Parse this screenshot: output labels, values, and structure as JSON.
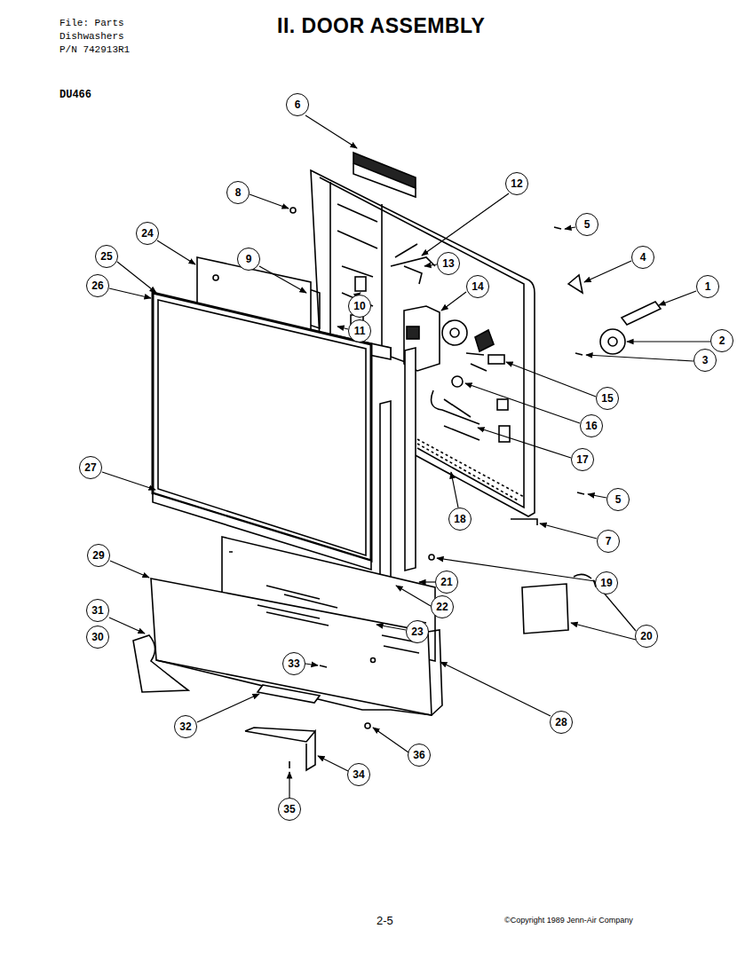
{
  "diagram": {
    "title": "II. DOOR ASSEMBLY",
    "nodes": [
      {
        "text": [
          "6"
        ]
      },
      {
        "text": [
          "8"
        ]
      },
      {
        "text": [
          "12"
        ]
      },
      {
        "text": [
          "5"
        ]
      },
      {
        "text": [
          "24"
        ]
      },
      {
        "text": [
          "25"
        ]
      },
      {
        "text": [
          "9"
        ]
      },
      {
        "text": [
          "4"
        ]
      },
      {
        "text": [
          "13"
        ]
      },
      {
        "text": [
          "26"
        ]
      },
      {
        "text": [
          "1"
        ]
      },
      {
        "text": [
          "14"
        ]
      },
      {
        "text": [
          "10"
        ]
      },
      {
        "text": [
          "11"
        ]
      },
      {
        "text": [
          "2"
        ]
      },
      {
        "text": [
          "3"
        ]
      },
      {
        "text": [
          "15"
        ]
      },
      {
        "text": [
          "16"
        ]
      },
      {
        "text": [
          "17"
        ]
      },
      {
        "text": [
          "27"
        ]
      },
      {
        "text": [
          "5"
        ]
      },
      {
        "text": [
          "18"
        ]
      },
      {
        "text": [
          "7"
        ]
      },
      {
        "text": [
          "19"
        ]
      },
      {
        "text": [
          "21"
        ]
      },
      {
        "text": [
          "29"
        ]
      },
      {
        "text": [
          "22"
        ]
      },
      {
        "text": [
          "31"
        ]
      },
      {
        "text": [
          "23"
        ]
      },
      {
        "text": [
          "20"
        ]
      },
      {
        "text": [
          "30"
        ]
      },
      {
        "text": [
          "33"
        ]
      },
      {
        "text": [
          "28"
        ]
      },
      {
        "text": [
          "32"
        ]
      },
      {
        "text": [
          "36"
        ]
      },
      {
        "text": [
          "34"
        ]
      },
      {
        "text": [
          "35"
        ]
      }
    ],
    "labels": [
      "File: Parts",
      "Dishwashers",
      "P/N 742913R1",
      "DU466",
      "2-5",
      "©Copyright 1989 Jenn-Air Company"
    ]
  }
}
